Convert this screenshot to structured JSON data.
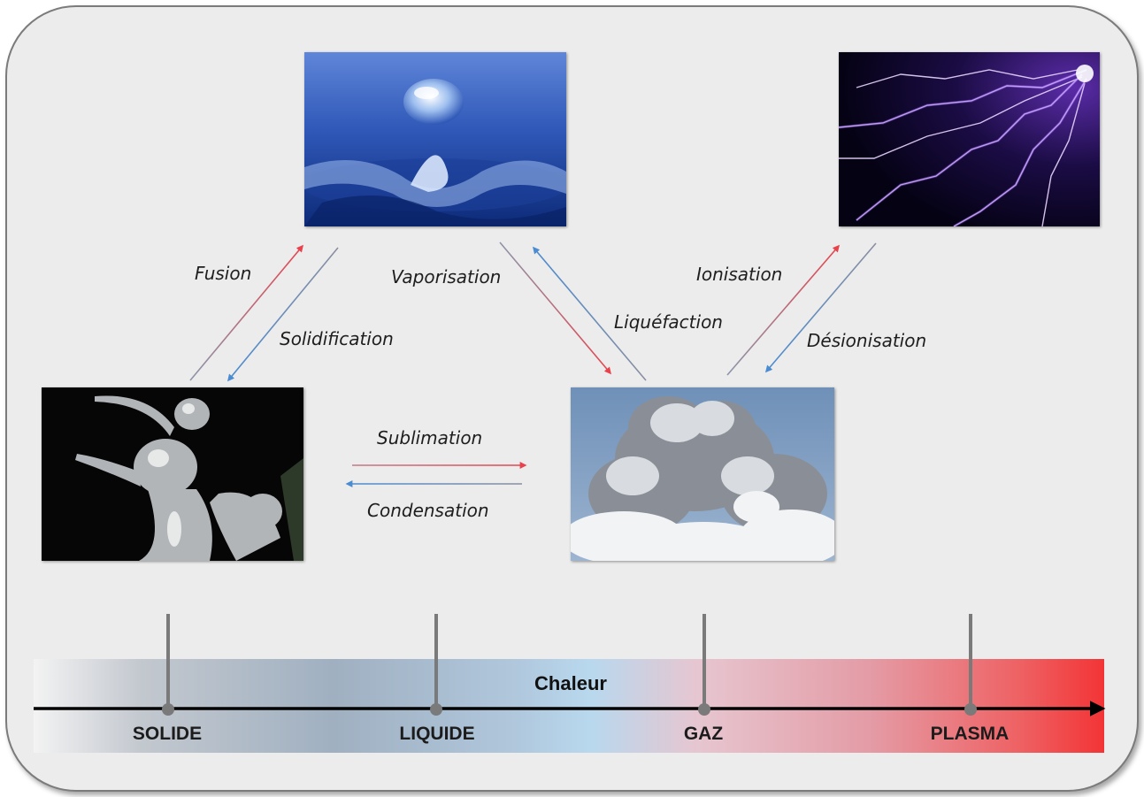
{
  "heat_axis": {
    "title": "Chaleur",
    "states": [
      {
        "label": "SOLIDE"
      },
      {
        "label": "LIQUIDE"
      },
      {
        "label": "GAZ"
      },
      {
        "label": "PLASMA"
      }
    ],
    "colors": {
      "cold": "#a0b0c1",
      "mid": "#b8d8ee",
      "hot": "#f33436"
    }
  },
  "transitions": {
    "fusion": "Fusion",
    "solidification": "Solidification",
    "vaporisation": "Vaporisation",
    "liquefaction": "Liquéfaction",
    "ionisation": "Ionisation",
    "desionisation": "Désionisation",
    "sublimation": "Sublimation",
    "condensation": "Condensation"
  },
  "arrow_colors": {
    "heating": "#e8434d",
    "cooling": "#4a8bd1"
  }
}
